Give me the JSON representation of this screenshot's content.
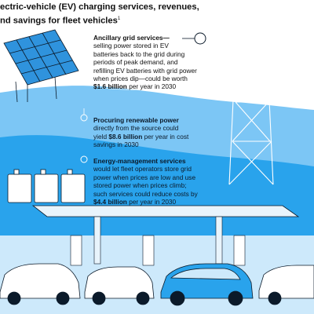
{
  "title": {
    "line1": "ectric-vehicle (EV) charging services, revenues,",
    "line2": "nd savings for fleet vehicles",
    "footnote": "1"
  },
  "callouts": [
    {
      "heading": "Ancillary grid services—",
      "lines": [
        "selling power stored in EV",
        "batteries back to the grid during",
        "periods of peak demand, and",
        "refilling EV batteries with grid power",
        "when prices dip—could be worth"
      ],
      "amount": "$1.6 billion",
      "tail": "per year in 2030"
    },
    {
      "heading": "Procuring renewable power",
      "lines": [
        "directly from the source could"
      ],
      "lead": "yield",
      "amount": "$8.6 billion",
      "tail": "per year in cost",
      "last": "savings in 2030"
    },
    {
      "heading": "Energy-management services",
      "lines": [
        "would let fleet operators store grid",
        "power when prices are low and use",
        "stored power when prices climb;",
        "such services could reduce costs by"
      ],
      "amount": "$4.4 billion",
      "tail": "per year in 2030"
    }
  ],
  "colors": {
    "sky_blue": "#29a3ec",
    "light_blue": "#7cc6f5",
    "pale_blue": "#cde9fb",
    "dark": "#0b1a2a",
    "white": "#ffffff"
  }
}
